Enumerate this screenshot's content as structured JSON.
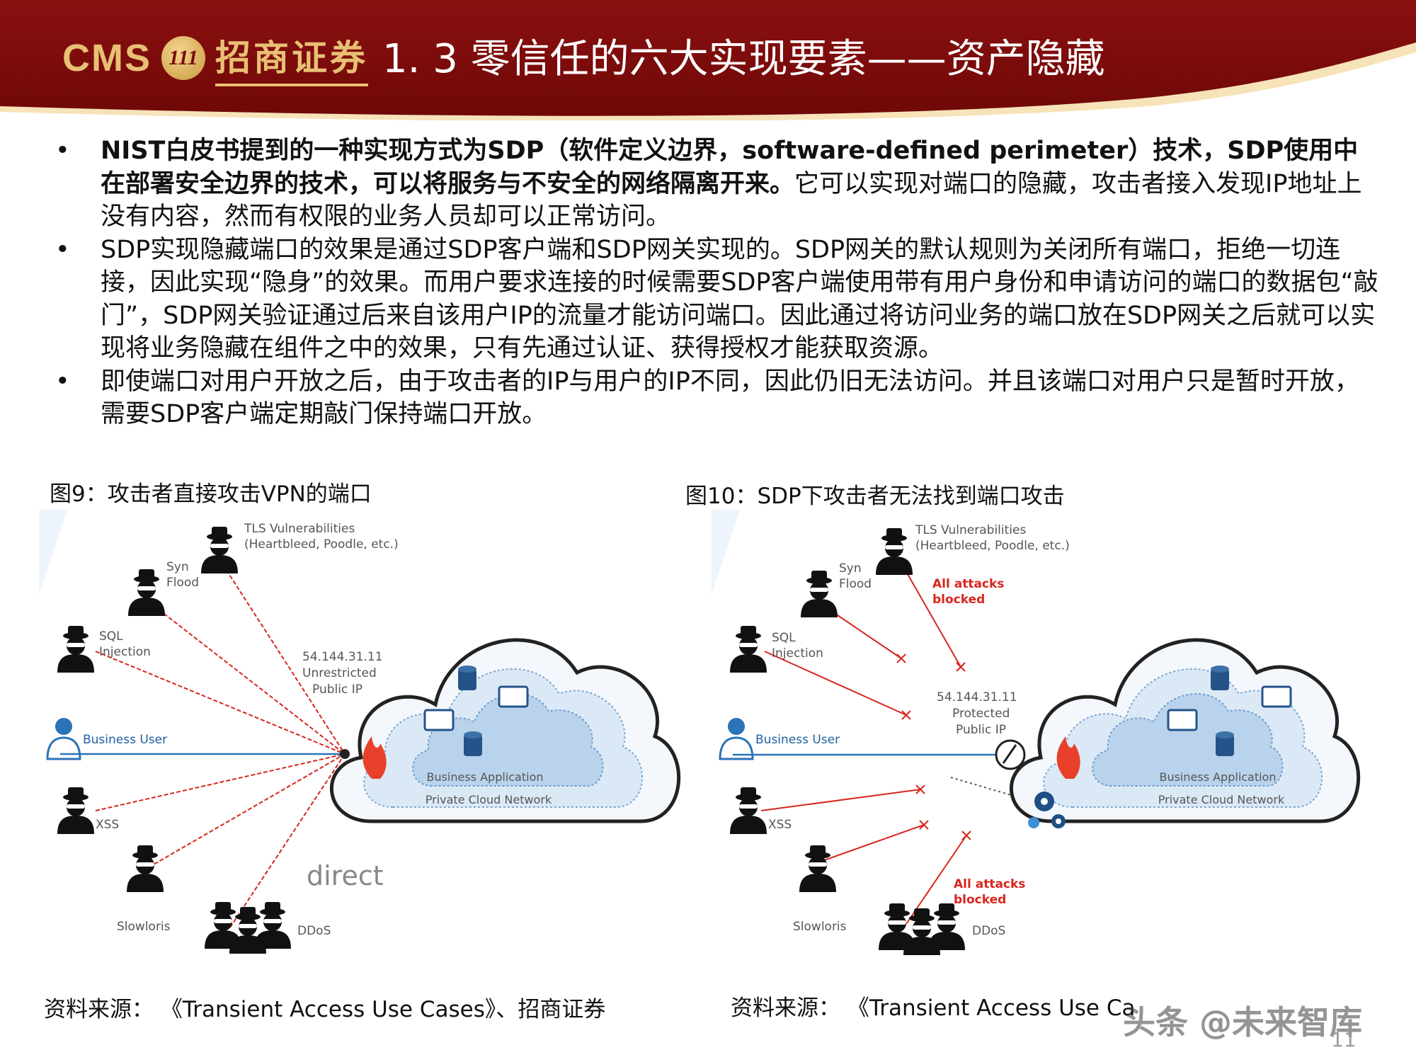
{
  "header": {
    "logo_cms": "CMS",
    "logo_badge": "111",
    "logo_cn": "招商证券",
    "title": "1. 3  零信任的六大实现要素——资产隐藏"
  },
  "bullets": [
    {
      "bold": "NIST白皮书提到的一种实现方式为SDP（软件定义边界，software-defined perimeter）技术，SDP使用中在部署安全边界的技术，可以将服务与不安全的网络隔离开来。",
      "rest": "它可以实现对端口的隐藏，攻击者接入发现IP地址上没有内容，然而有权限的业务人员却可以正常访问。"
    },
    {
      "bold": "",
      "rest": "SDP实现隐藏端口的效果是通过SDP客户端和SDP网关实现的。SDP网关的默认规则为关闭所有端口，拒绝一切连接，因此实现“隐身”的效果。而用户要求连接的时候需要SDP客户端使用带有用户身份和申请访问的端口的数据包“敲门”，SDP网关验证通过后来自该用户IP的流量才能访问端口。因此通过将访问业务的端口放在SDP网关之后就可以实现将业务隐藏在组件之中的效果，只有先通过认证、获得授权才能获取资源。"
    },
    {
      "bold": "",
      "rest": "即使端口对用户开放之后，由于攻击者的IP与用户的IP不同，因此仍旧无法访问。并且该端口对用户只是暂时开放，需要SDP客户端定期敲门保持端口开放。"
    }
  ],
  "bullet_symbol": "•",
  "figure_left": {
    "caption": "图9：攻击者直接攻击VPN的端口",
    "tls_line1": "TLS Vulnerabilities",
    "tls_line2": "(Heartbleed, Poodle, etc.)",
    "syn_line1": "Syn",
    "syn_line2": "Flood",
    "sql_line1": "SQL",
    "sql_line2": "Injection",
    "business_user": "Business User",
    "xss": "XSS",
    "slowloris": "Slowloris",
    "ddos": "DDoS",
    "ip_line1": "54.144.31.11",
    "ip_line2": "Unrestricted",
    "ip_line3": "Public IP",
    "business_app": "Business Application",
    "private_cloud": "Private Cloud Network",
    "direct": "direct",
    "source": "资料来源：  《Transient Access Use Cases》、招商证券"
  },
  "figure_right": {
    "caption": "图10：SDP下攻击者无法找到端口攻击",
    "tls_line1": "TLS Vulnerabilities",
    "tls_line2": "(Heartbleed, Poodle, etc.)",
    "syn_line1": "Syn",
    "syn_line2": "Flood",
    "sql_line1": "SQL",
    "sql_line2": "Injection",
    "business_user": "Business User",
    "xss": "XSS",
    "slowloris": "Slowloris",
    "ddos": "DDoS",
    "ip_line1": "54.144.31.11",
    "ip_line2": "Protected",
    "ip_line3": "Public IP",
    "blocked_line1": "All attacks",
    "blocked_line2": "blocked",
    "business_app": "Business Application",
    "private_cloud": "Private Cloud Network",
    "source": "资料来源：  《Transient Access Use Ca"
  },
  "watermark": "头条 @未来智库",
  "page_number": "11",
  "colors": {
    "header_red": "#7a0b0b",
    "logo_gold": "#e8c074",
    "attack_red": "#d7261e",
    "user_blue": "#2a73b8",
    "cloud_light": "#dbe9f6",
    "cloud_mid": "#b9d3ec"
  }
}
